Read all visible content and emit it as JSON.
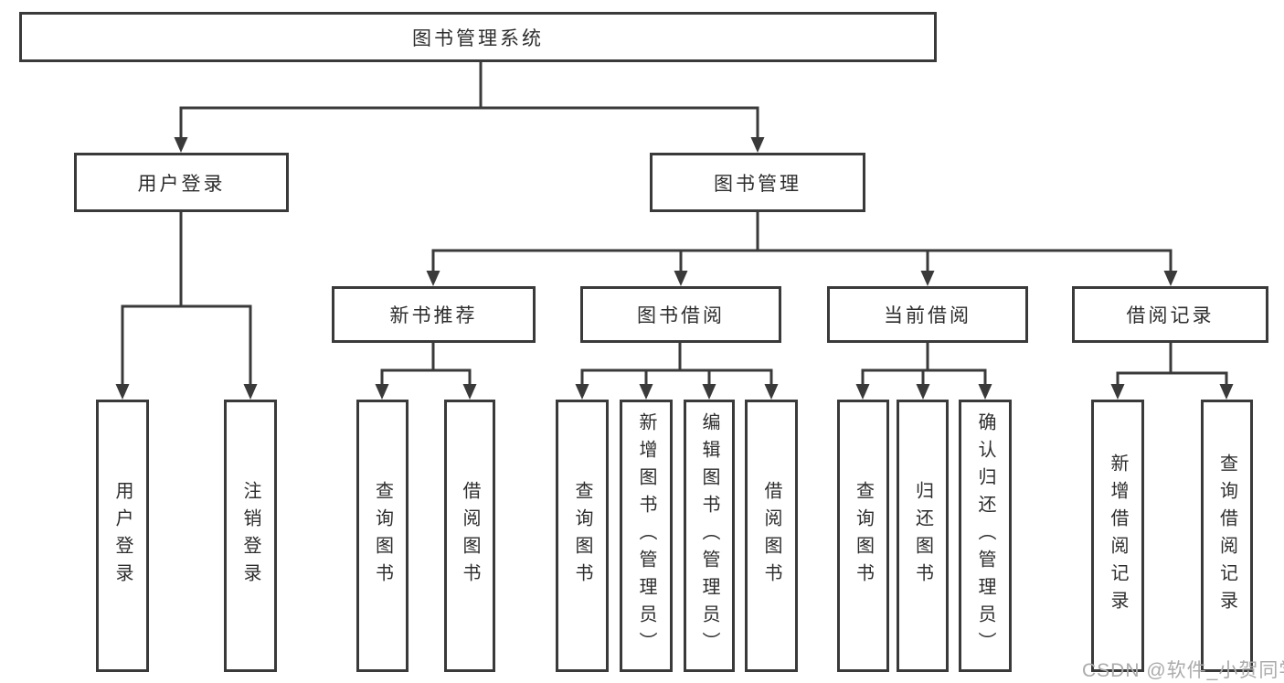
{
  "tree": {
    "label": "图书管理系统",
    "children": [
      {
        "label": "用户登录",
        "children": [
          {
            "label": "用户登录"
          },
          {
            "label": "注销登录"
          }
        ]
      },
      {
        "label": "图书管理",
        "children": [
          {
            "label": "新书推荐",
            "children": [
              {
                "label": "查询图书"
              },
              {
                "label": "借阅图书"
              }
            ]
          },
          {
            "label": "图书借阅",
            "children": [
              {
                "label": "查询图书"
              },
              {
                "label": "新增图书（管理员）"
              },
              {
                "label": "编辑图书（管理员）"
              },
              {
                "label": "借阅图书"
              }
            ]
          },
          {
            "label": "当前借阅",
            "children": [
              {
                "label": "查询图书"
              },
              {
                "label": "归还图书"
              },
              {
                "label": "确认归还（管理员）"
              }
            ]
          },
          {
            "label": "借阅记录",
            "children": [
              {
                "label": "新增借阅记录"
              },
              {
                "label": "查询借阅记录"
              }
            ]
          }
        ]
      }
    ]
  },
  "watermark": {
    "text": "CSDN @软件_小贺同学"
  },
  "colors": {
    "line": "#3a3a3a",
    "text": "#2d2d2d",
    "watermark": "#ababab",
    "background": "#ffffff"
  }
}
